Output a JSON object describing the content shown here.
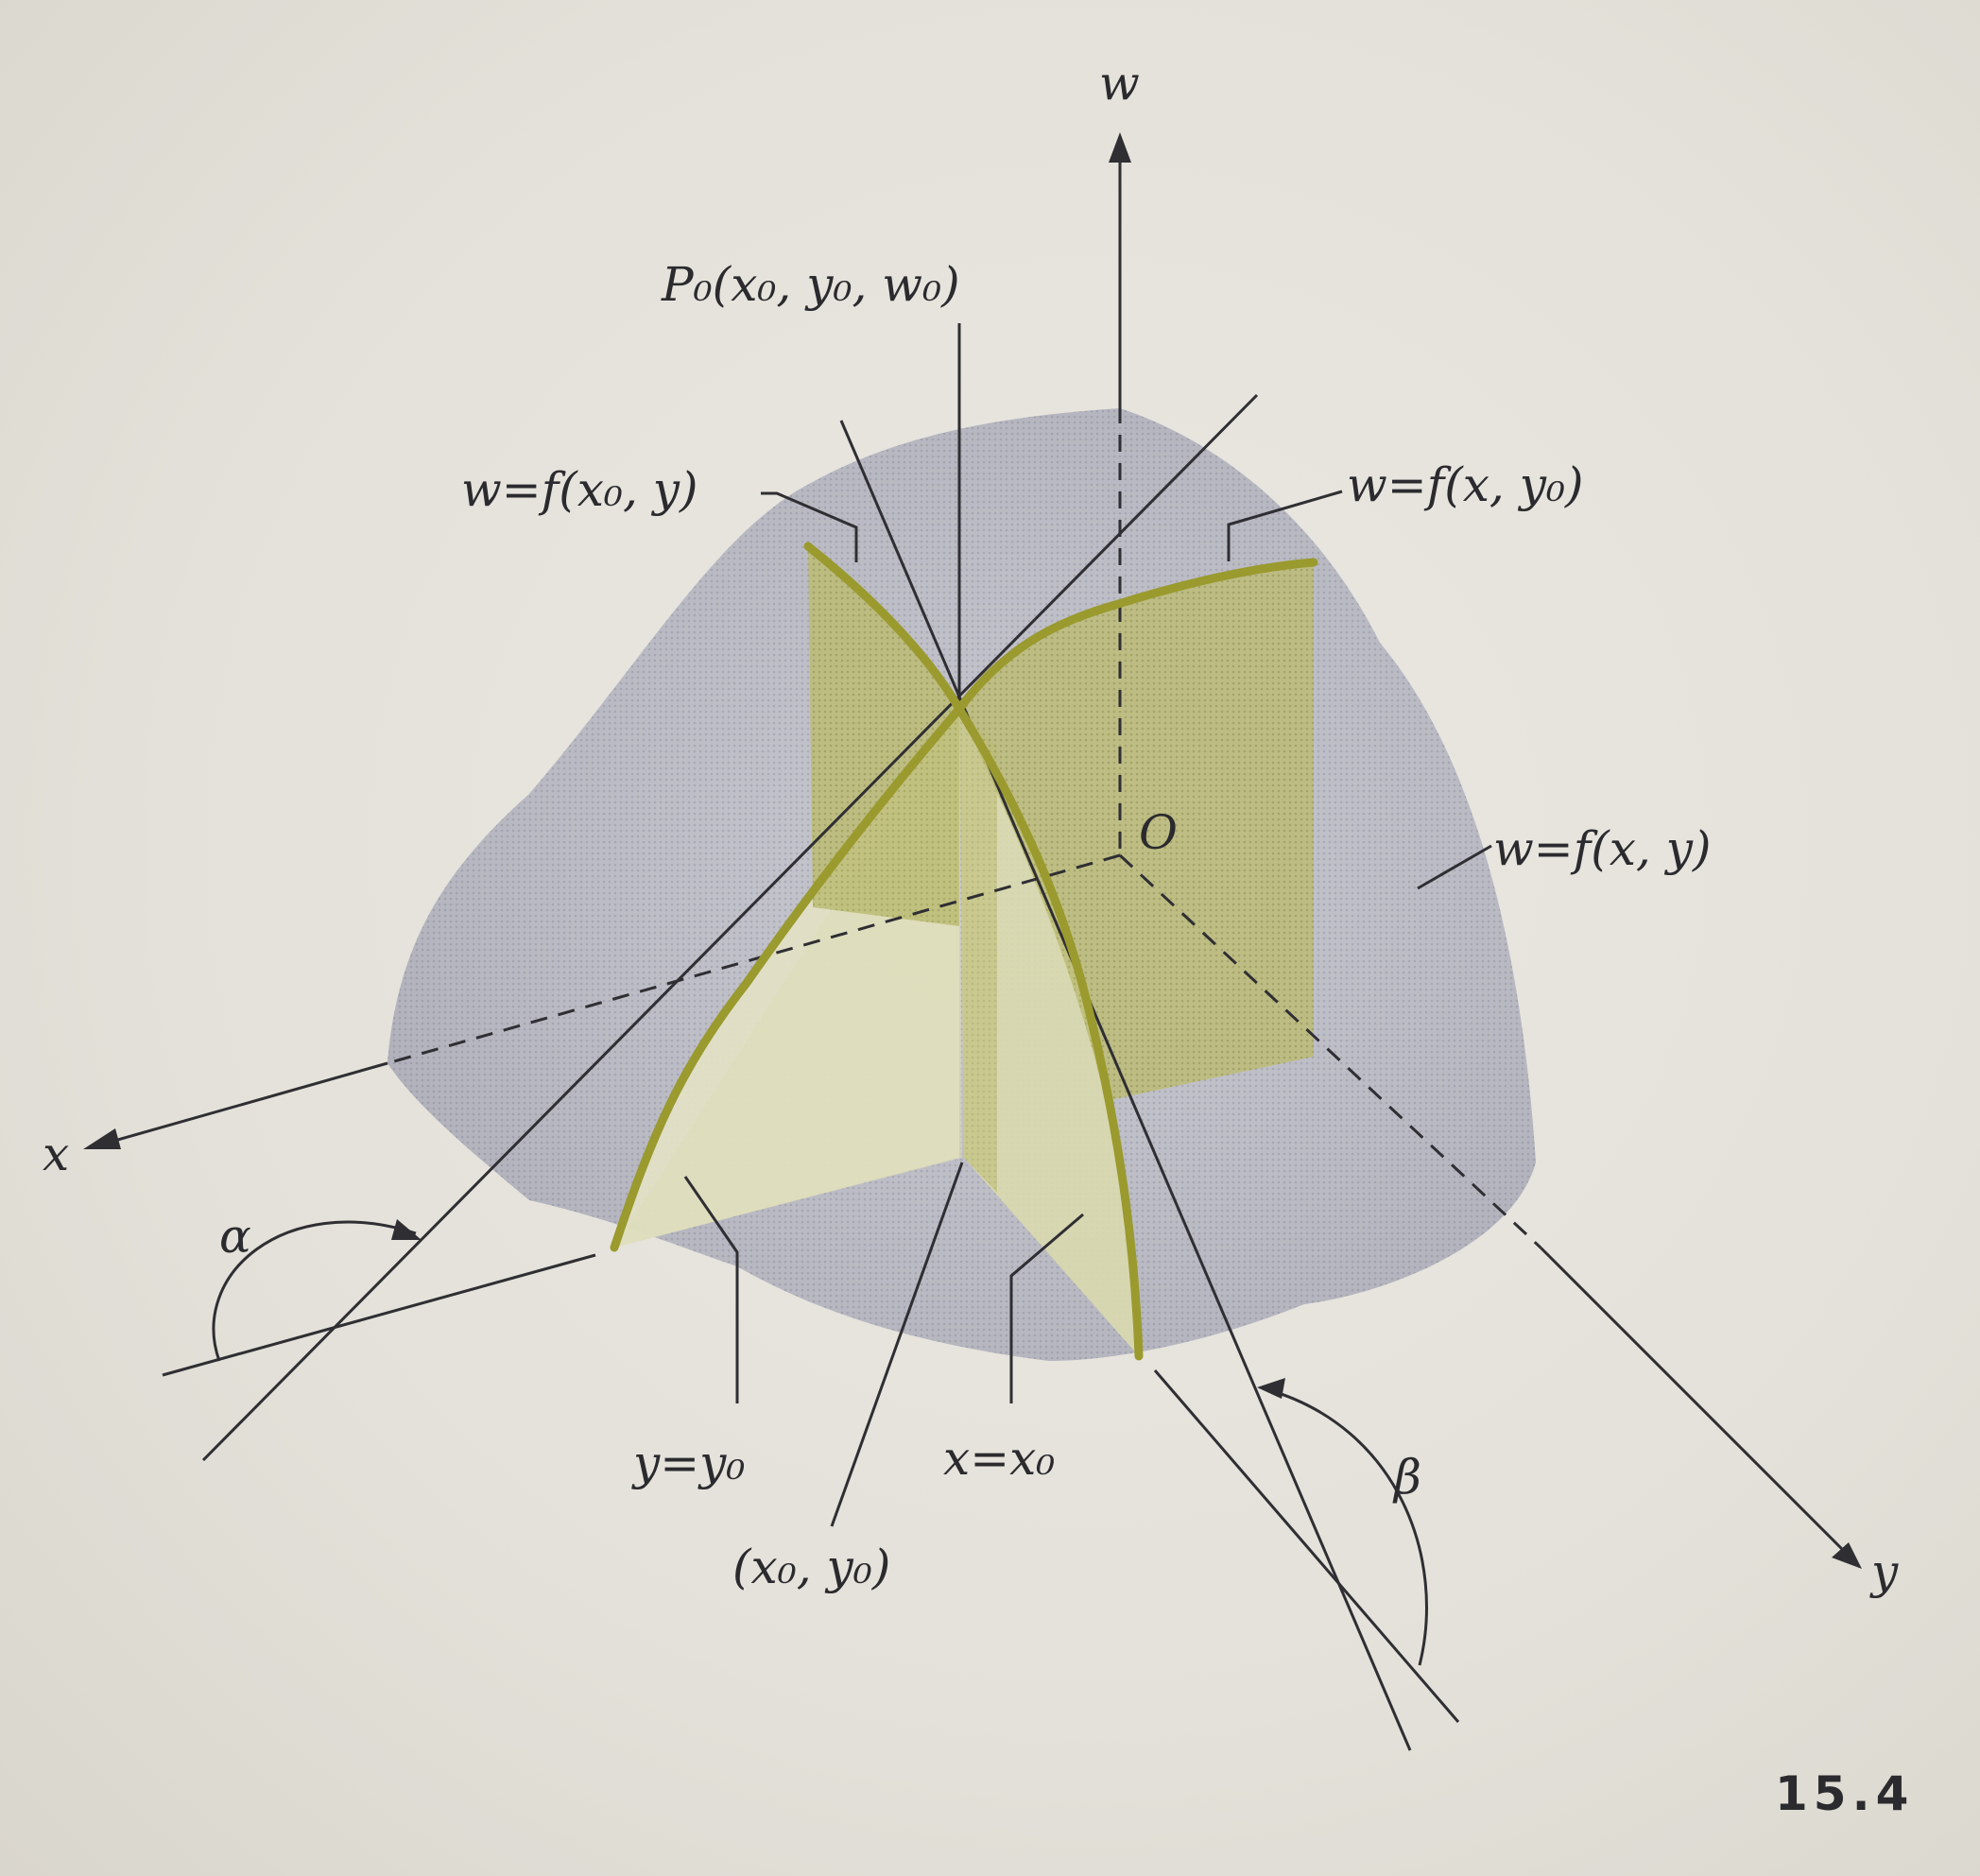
{
  "labels": {
    "w_axis": "w",
    "x_axis": "x",
    "y_axis": "y",
    "origin": "O",
    "point": "P₀(x₀, y₀, w₀)",
    "curve_x0": "w=f(x₀, y)",
    "curve_y0": "w=f(x, y₀)",
    "surface": "w=f(x, y)",
    "plane_y": "y=y₀",
    "plane_x": "x=x₀",
    "base_point": "(x₀, y₀)",
    "alpha": "α",
    "beta": "β"
  },
  "figure_number": "15.4",
  "colors": {
    "surface": "#b9b9c4",
    "plane": "#b9b96a",
    "curve": "#9a9a2e",
    "ink": "#2f2e33"
  }
}
